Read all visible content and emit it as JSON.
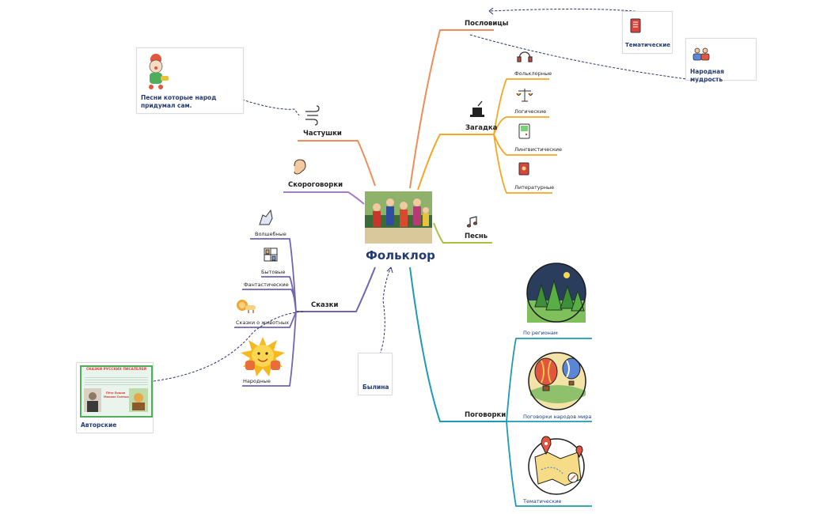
{
  "center": {
    "title": "Фольклор"
  },
  "branches": {
    "poslovitsy": "Пословицы",
    "chastushki": "Частушки",
    "skorogovorki": "Скороговорки",
    "zagadka": "Загадка",
    "pesn": "Песнь",
    "skazki": "Сказки",
    "pogovorki": "Поговорки",
    "bylina": "Былина"
  },
  "zagadka_items": [
    "Фольклорные",
    "Логические",
    "Лингвистические",
    "Литературные"
  ],
  "skazki_items": [
    "Волшебные",
    "Бытовые",
    "Фантастические",
    "Сказки о животных",
    "Народные"
  ],
  "pogovorki_items": [
    "По регионам",
    "Поговорки народов мира",
    "Тематические"
  ],
  "cards": {
    "tematicheskie": "Тематические",
    "narodnaya_mudrost": "Народная мудрость",
    "pesni_note": "Песни которые народ придумал сам.",
    "avtorskie": "Авторские"
  },
  "book_cover": {
    "title": "СКАЗКИ РУССКИХ ПИСАТЕЛЕЙ",
    "authors": "Пётр Ершов\nМихаил Салтыков"
  },
  "colors": {
    "poslovitsy": "#f08c5a",
    "chastushki": "#f08c5a",
    "skorogovorki": "#a77cc4",
    "zagadka": "#f5a623",
    "pesn": "#a9c23f",
    "skazki": "#6f66b0",
    "pogovorki": "#1d9bb5",
    "title": "#243a73"
  }
}
